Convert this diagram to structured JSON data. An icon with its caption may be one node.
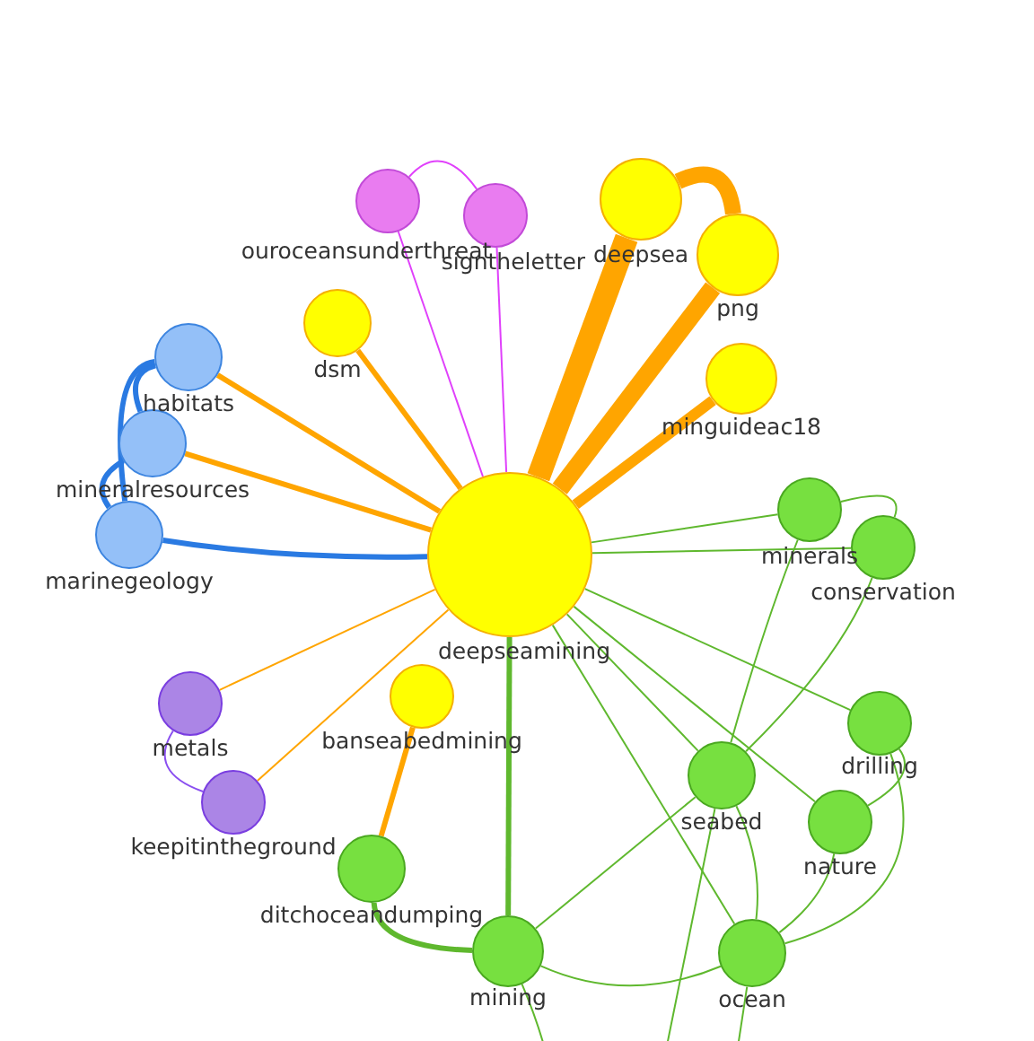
{
  "diagram": {
    "nodes": [
      {
        "text": [
          "deepseamining"
        ]
      },
      {
        "text": [
          "ouroceansunderthreat"
        ]
      },
      {
        "text": [
          "signtheletter"
        ]
      },
      {
        "text": [
          "deepsea"
        ]
      },
      {
        "text": [
          "png"
        ]
      },
      {
        "text": [
          "dsm"
        ]
      },
      {
        "text": [
          "minguideac18"
        ]
      },
      {
        "text": [
          "habitats"
        ]
      },
      {
        "text": [
          "mineralresources"
        ]
      },
      {
        "text": [
          "marinegeology"
        ]
      },
      {
        "text": [
          "minerals"
        ]
      },
      {
        "text": [
          "conservation"
        ]
      },
      {
        "text": [
          "banseabedmining"
        ]
      },
      {
        "text": [
          "metals"
        ]
      },
      {
        "text": [
          "keepitintheground"
        ]
      },
      {
        "text": [
          "seabed"
        ]
      },
      {
        "text": [
          "drilling"
        ]
      },
      {
        "text": [
          "nature"
        ]
      },
      {
        "text": [
          "ditchoceandumping"
        ]
      },
      {
        "text": [
          "mining"
        ]
      },
      {
        "text": [
          "ocean"
        ]
      }
    ],
    "edges": [
      {
        "from": 0,
        "to": 1,
        "arrow": "none",
        "color": "#e040fb"
      },
      {
        "from": 0,
        "to": 2,
        "arrow": "none",
        "color": "#e040fb"
      },
      {
        "from": 1,
        "to": 2,
        "arrow": "none",
        "color": "#e040fb"
      },
      {
        "from": 0,
        "to": 3,
        "arrow": "none",
        "style": "thick",
        "color": "#ffa500"
      },
      {
        "from": 0,
        "to": 4,
        "arrow": "none",
        "style": "thick",
        "color": "#ffa500"
      },
      {
        "from": 3,
        "to": 4,
        "arrow": "none",
        "style": "thick",
        "color": "#ffa500"
      },
      {
        "from": 0,
        "to": 5,
        "arrow": "none",
        "style": "thick",
        "color": "#ffa500"
      },
      {
        "from": 0,
        "to": 6,
        "arrow": "none",
        "style": "thick",
        "color": "#ffa500"
      },
      {
        "from": 0,
        "to": 7,
        "arrow": "none",
        "style": "thick",
        "color": "#ffa500"
      },
      {
        "from": 0,
        "to": 8,
        "arrow": "none",
        "style": "thick",
        "color": "#ffa500"
      },
      {
        "from": 0,
        "to": 9,
        "arrow": "none",
        "style": "thick",
        "color": "#2a7ae2"
      },
      {
        "from": 7,
        "to": 8,
        "arrow": "none",
        "style": "thick",
        "color": "#2a7ae2"
      },
      {
        "from": 8,
        "to": 9,
        "arrow": "none",
        "style": "thick",
        "color": "#2a7ae2"
      },
      {
        "from": 7,
        "to": 9,
        "arrow": "none",
        "style": "thick",
        "color": "#2a7ae2"
      },
      {
        "from": 0,
        "to": 10,
        "arrow": "none"
      },
      {
        "from": 0,
        "to": 11,
        "arrow": "none"
      },
      {
        "from": 10,
        "to": 11,
        "arrow": "none"
      },
      {
        "from": 0,
        "to": 13,
        "arrow": "none",
        "color": "#ffa500"
      },
      {
        "from": 0,
        "to": 14,
        "arrow": "none",
        "color": "#ffa500"
      },
      {
        "from": 13,
        "to": 14,
        "arrow": "none",
        "color": "#8a4ff0"
      },
      {
        "from": 12,
        "to": 18,
        "arrow": "none",
        "style": "thick",
        "color": "#ffa500"
      },
      {
        "from": 0,
        "to": 19,
        "arrow": "none",
        "style": "thick"
      },
      {
        "from": 18,
        "to": 19,
        "arrow": "none",
        "style": "thick"
      },
      {
        "from": 0,
        "to": 15,
        "arrow": "none"
      },
      {
        "from": 0,
        "to": 16,
        "arrow": "none"
      },
      {
        "from": 0,
        "to": 17,
        "arrow": "none"
      },
      {
        "from": 0,
        "to": 20,
        "arrow": "none"
      },
      {
        "from": 10,
        "to": 15,
        "arrow": "none"
      },
      {
        "from": 11,
        "to": 15,
        "arrow": "none"
      },
      {
        "from": 16,
        "to": 17,
        "arrow": "none"
      },
      {
        "from": 15,
        "to": 20,
        "arrow": "none"
      },
      {
        "from": 15,
        "to": 19,
        "arrow": "none"
      },
      {
        "from": 19,
        "to": 20,
        "arrow": "none"
      },
      {
        "from": 17,
        "to": 20,
        "arrow": "none"
      },
      {
        "from": 16,
        "to": 20,
        "arrow": "none"
      },
      {
        "from": 15,
        "to": null,
        "arrow": "none"
      },
      {
        "from": 20,
        "to": null,
        "arrow": "none"
      },
      {
        "from": 19,
        "to": null,
        "arrow": "none"
      }
    ]
  }
}
